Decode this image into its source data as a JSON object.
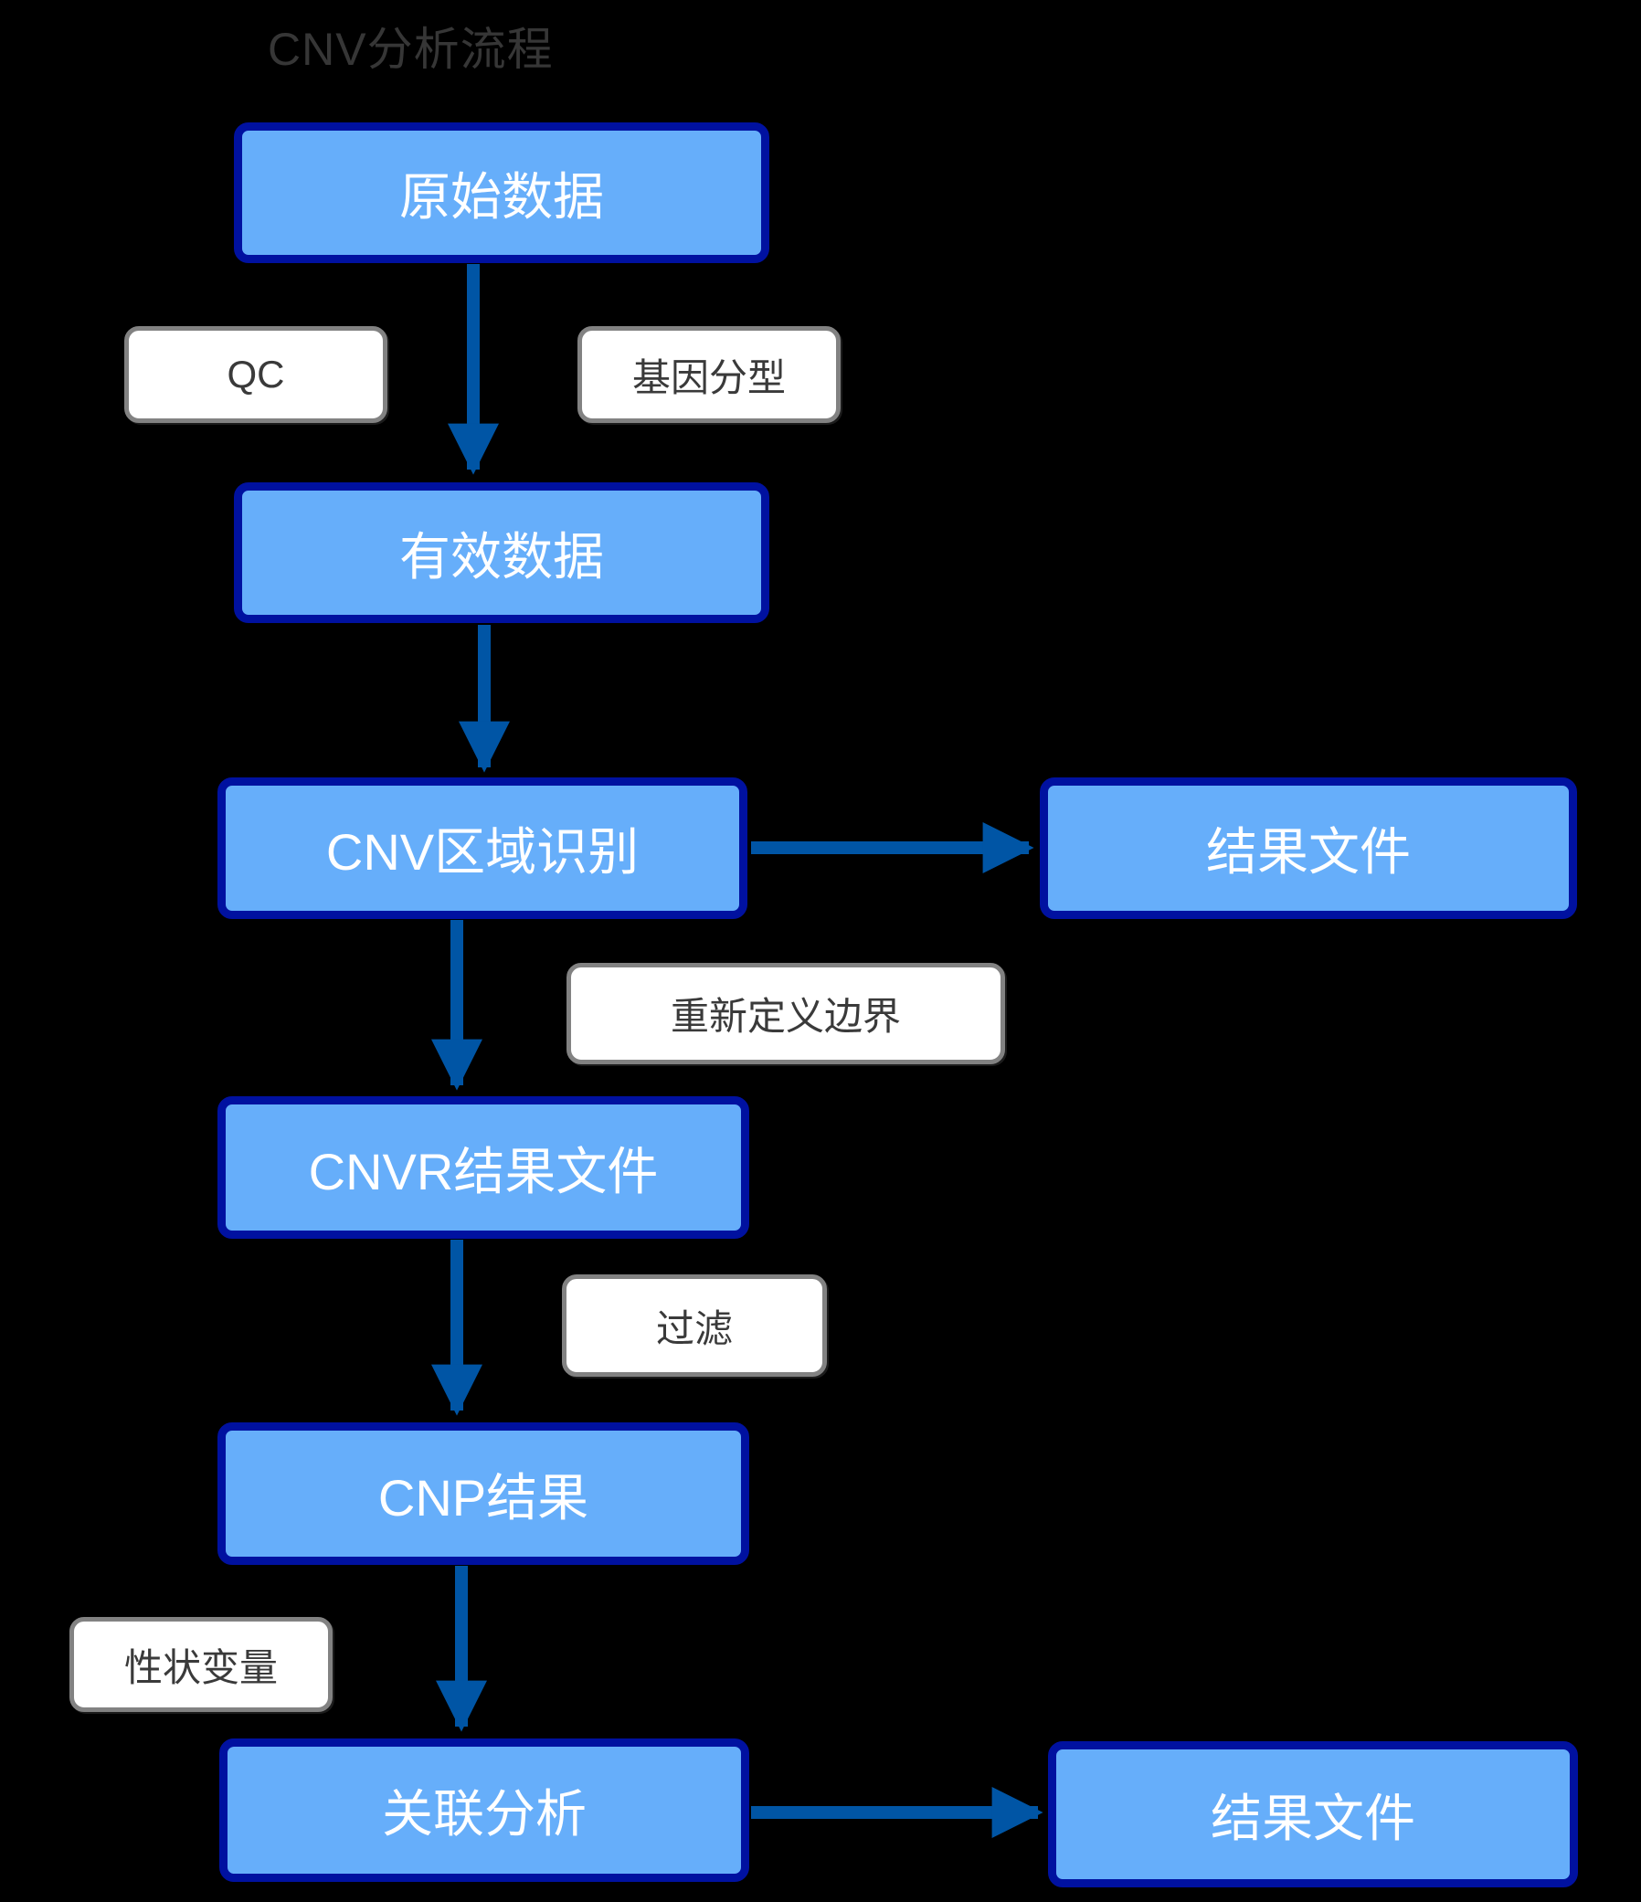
{
  "title": "CNV分析流程",
  "colors": {
    "background": "#000000",
    "node_fill": "#66AEFA",
    "node_border": "#0011A0",
    "node_text": "#FFFFFF",
    "edge_label_fill": "#FFFFFF",
    "edge_label_border": "#828282",
    "edge_label_text": "#3A3A3A",
    "arrow": "#0055A5",
    "title_text": "#363636"
  },
  "flowchart": {
    "nodes": {
      "raw_data": {
        "label": "原始数据"
      },
      "valid_data": {
        "label": "有效数据"
      },
      "cnv_region": {
        "label": "CNV区域识别"
      },
      "result_file_top": {
        "label": "结果文件"
      },
      "cnvr_result": {
        "label": "CNVR结果文件"
      },
      "cnp_result": {
        "label": "CNP结果"
      },
      "association": {
        "label": "关联分析"
      },
      "result_file_bottom": {
        "label": "结果文件"
      }
    },
    "edge_labels": {
      "qc": {
        "label": "QC"
      },
      "genotyping": {
        "label": "基因分型"
      },
      "redefine_boundary": {
        "label": "重新定义边界"
      },
      "filter": {
        "label": "过滤"
      },
      "trait_variable": {
        "label": "性状变量"
      }
    },
    "edges": [
      {
        "from": "原始数据",
        "to": "有效数据",
        "labels": [
          "QC",
          "基因分型"
        ]
      },
      {
        "from": "有效数据",
        "to": "CNV区域识别",
        "labels": []
      },
      {
        "from": "CNV区域识别",
        "to": "结果文件",
        "labels": []
      },
      {
        "from": "CNV区域识别",
        "to": "CNVR结果文件",
        "labels": [
          "重新定义边界"
        ]
      },
      {
        "from": "CNVR结果文件",
        "to": "CNP结果",
        "labels": [
          "过滤"
        ]
      },
      {
        "from": "CNP结果",
        "to": "关联分析",
        "labels": [
          "性状变量"
        ]
      },
      {
        "from": "关联分析",
        "to": "结果文件",
        "labels": []
      }
    ]
  }
}
